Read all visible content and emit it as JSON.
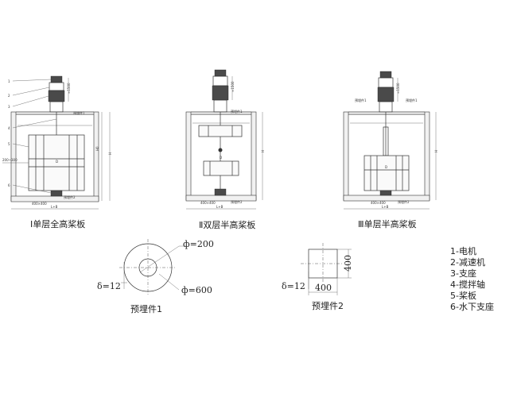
{
  "captions": {
    "type1": "Ⅰ单层全高桨板",
    "type2": "Ⅱ双层半高桨板",
    "type3": "Ⅲ单层半高桨板",
    "embed1": "预埋件1",
    "embed2": "预埋件2"
  },
  "labels": {
    "embed_top": "预埋件1",
    "embed_bottom": "预埋件2",
    "base_width": "400×400",
    "span": "L+B",
    "d": "D",
    "h": "H",
    "side_range": "200~300",
    "motor_h": "≈1500",
    "part_numbers": [
      "1",
      "2",
      "3",
      "4",
      "5",
      "6"
    ]
  },
  "embed1": {
    "phi_small": "ф=200",
    "phi_large": "ф=600",
    "delta": "δ=12"
  },
  "embed2": {
    "side_v": "400",
    "side_h": "400",
    "delta": "δ=12"
  },
  "legend": [
    "1-电机",
    "2-减速机",
    "3-支座",
    "4-搅拌轴",
    "5-桨板",
    "6-水下支座"
  ]
}
